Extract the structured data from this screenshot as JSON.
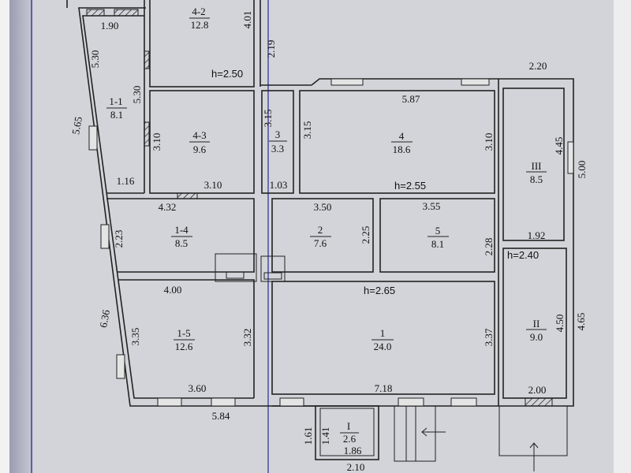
{
  "rooms": [
    {
      "id": "4-2",
      "area": "12.8"
    },
    {
      "id": "1-1",
      "area": "8.1"
    },
    {
      "id": "4-3",
      "area": "9.6"
    },
    {
      "id": "3",
      "area": "3.3"
    },
    {
      "id": "4",
      "area": "18.6"
    },
    {
      "id": "III",
      "area": "8.5"
    },
    {
      "id": "1-4",
      "area": "8.5"
    },
    {
      "id": "2",
      "area": "7.6"
    },
    {
      "id": "5",
      "area": "8.1"
    },
    {
      "id": "1-5",
      "area": "12.6"
    },
    {
      "id": "1",
      "area": "24.0"
    },
    {
      "id": "II",
      "area": "9.0"
    },
    {
      "id": "I",
      "area": "2.6"
    }
  ],
  "heights": [
    "h=2.50",
    "h=2.55",
    "h=2.40",
    "h=2.65"
  ],
  "dimensions": [
    "1.90",
    "5.30",
    "5.30",
    "4.01",
    "2.19",
    "5.65",
    "3.10",
    "3.10",
    "3.15",
    "3.15",
    "5.87",
    "3.10",
    "2.20",
    "4.45",
    "5.00",
    "1.16",
    "1.03",
    "4.32",
    "3.50",
    "3.55",
    "2.23",
    "2.25",
    "2.28",
    "1.92",
    "4.00",
    "6.36",
    "3.35",
    "3.32",
    "3.37",
    "4.50",
    "4.65",
    "3.60",
    "7.18",
    "2.00",
    "5.84",
    "1.61",
    "1.41",
    "1.86",
    "2.10"
  ]
}
